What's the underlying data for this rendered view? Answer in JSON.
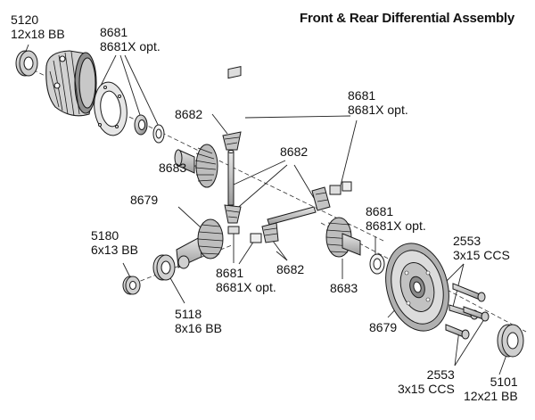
{
  "title": "Front & Rear Differential Assembly",
  "colors": {
    "ink": "#1a1a1a",
    "metal_light": "#d6d6d6",
    "metal_mid": "#a9a9a9",
    "metal_dark": "#6f6f6f"
  },
  "labels": {
    "bb_5120": {
      "part": "5120",
      "desc": "12x18 BB"
    },
    "ring_8681_top": {
      "part": "8681",
      "desc": "8681X opt."
    },
    "gear_8682_top": {
      "part": "8682"
    },
    "gear_8683_left": {
      "part": "8683"
    },
    "gear_8682_mid": {
      "part": "8682"
    },
    "ring_8681_right": {
      "part": "8681",
      "desc": "8681X opt."
    },
    "pinion_8679_left": {
      "part": "8679"
    },
    "bb_5180": {
      "part": "5180",
      "desc": "6x13 BB"
    },
    "ring_8681_bottom": {
      "part": "8681",
      "desc": "8681X opt."
    },
    "gear_8682_bottom": {
      "part": "8682"
    },
    "gear_8683_right": {
      "part": "8683"
    },
    "ring_8681_mid_right": {
      "part": "8681",
      "desc": "8681X opt."
    },
    "screw_2553_top": {
      "part": "2553",
      "desc": "3x15 CCS"
    },
    "bb_5118": {
      "part": "5118",
      "desc": "8x16 BB"
    },
    "gear_8679_ring": {
      "part": "8679"
    },
    "screw_2553_bottom": {
      "part": "2553",
      "desc": "3x15 CCS"
    },
    "bb_5101": {
      "part": "5101",
      "desc": "12x21 BB"
    }
  }
}
